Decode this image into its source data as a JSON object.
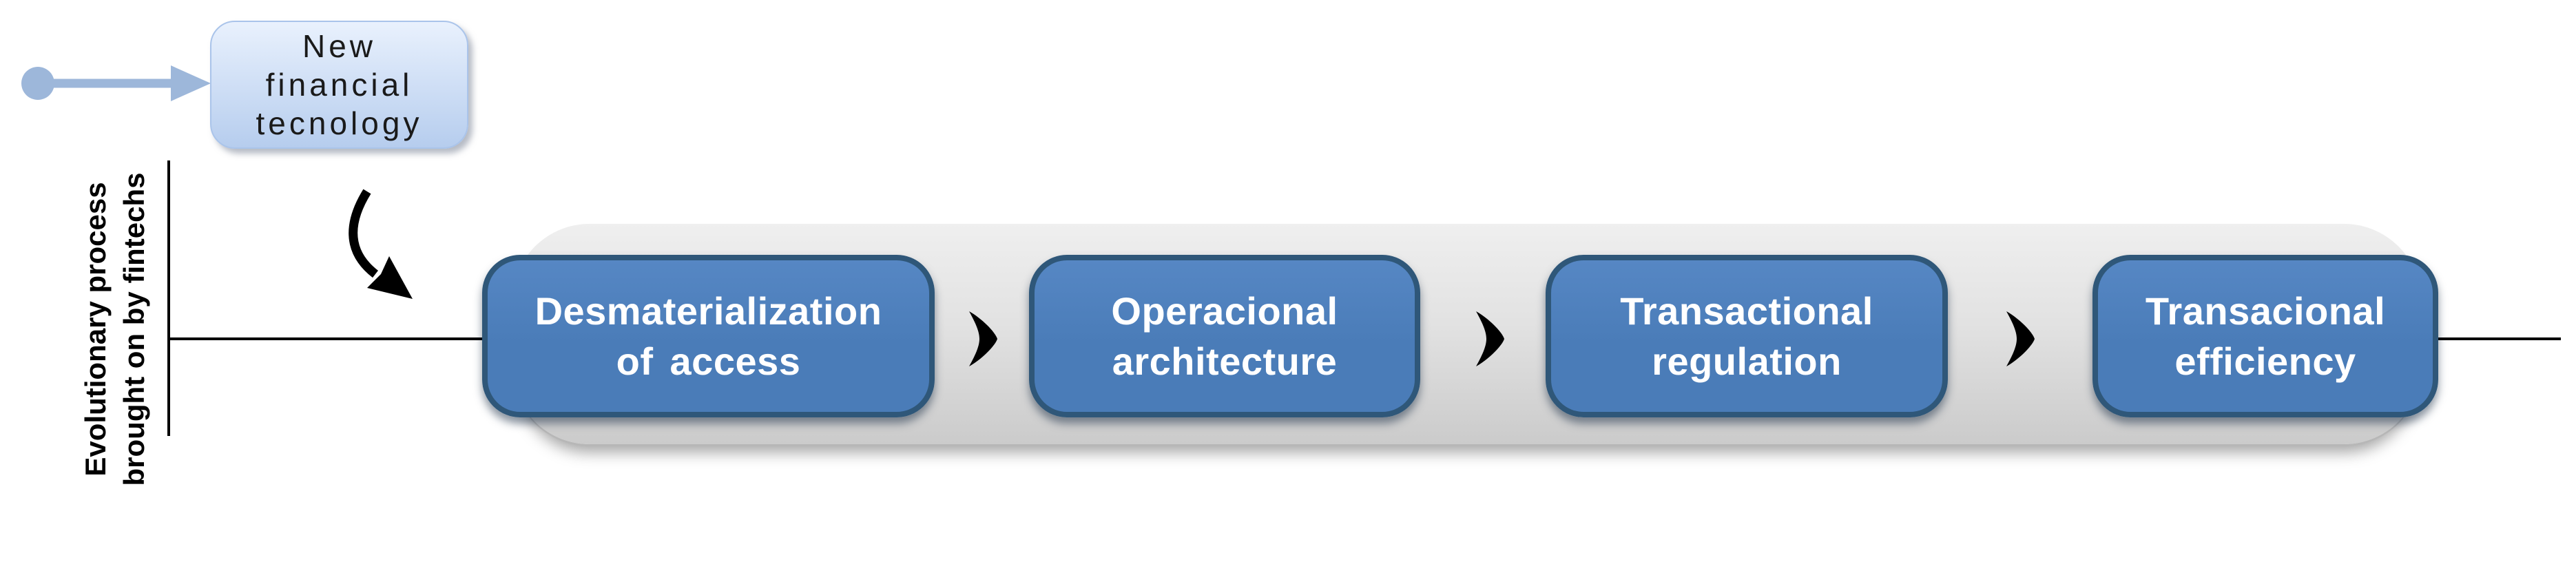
{
  "colors": {
    "stage_fill": "#4a7cb8",
    "stage_border": "#2f5779",
    "stage_text": "#ffffff",
    "track_top": "#efefef",
    "track_bottom": "#cbcbcb",
    "trigger_top": "#e9f1fd",
    "trigger_bottom": "#b6cdee",
    "trigger_text": "#1a1a1a",
    "start_arrow": "#9db7da",
    "line": "#000000",
    "chevron": "#000000",
    "axis_text": "#000000"
  },
  "trigger": {
    "line1": "New",
    "line2": "financial",
    "line3": "tecnology"
  },
  "axis_label": {
    "line1": "Evolutionary process",
    "line2": "brought on by fintechs"
  },
  "stages": [
    {
      "line1": "Desmaterialization",
      "line2": "of access"
    },
    {
      "line1": "Operacional",
      "line2": "architecture"
    },
    {
      "line1": "Transactional",
      "line2": "regulation"
    },
    {
      "line1": "Transacional",
      "line2": "efficiency"
    }
  ]
}
